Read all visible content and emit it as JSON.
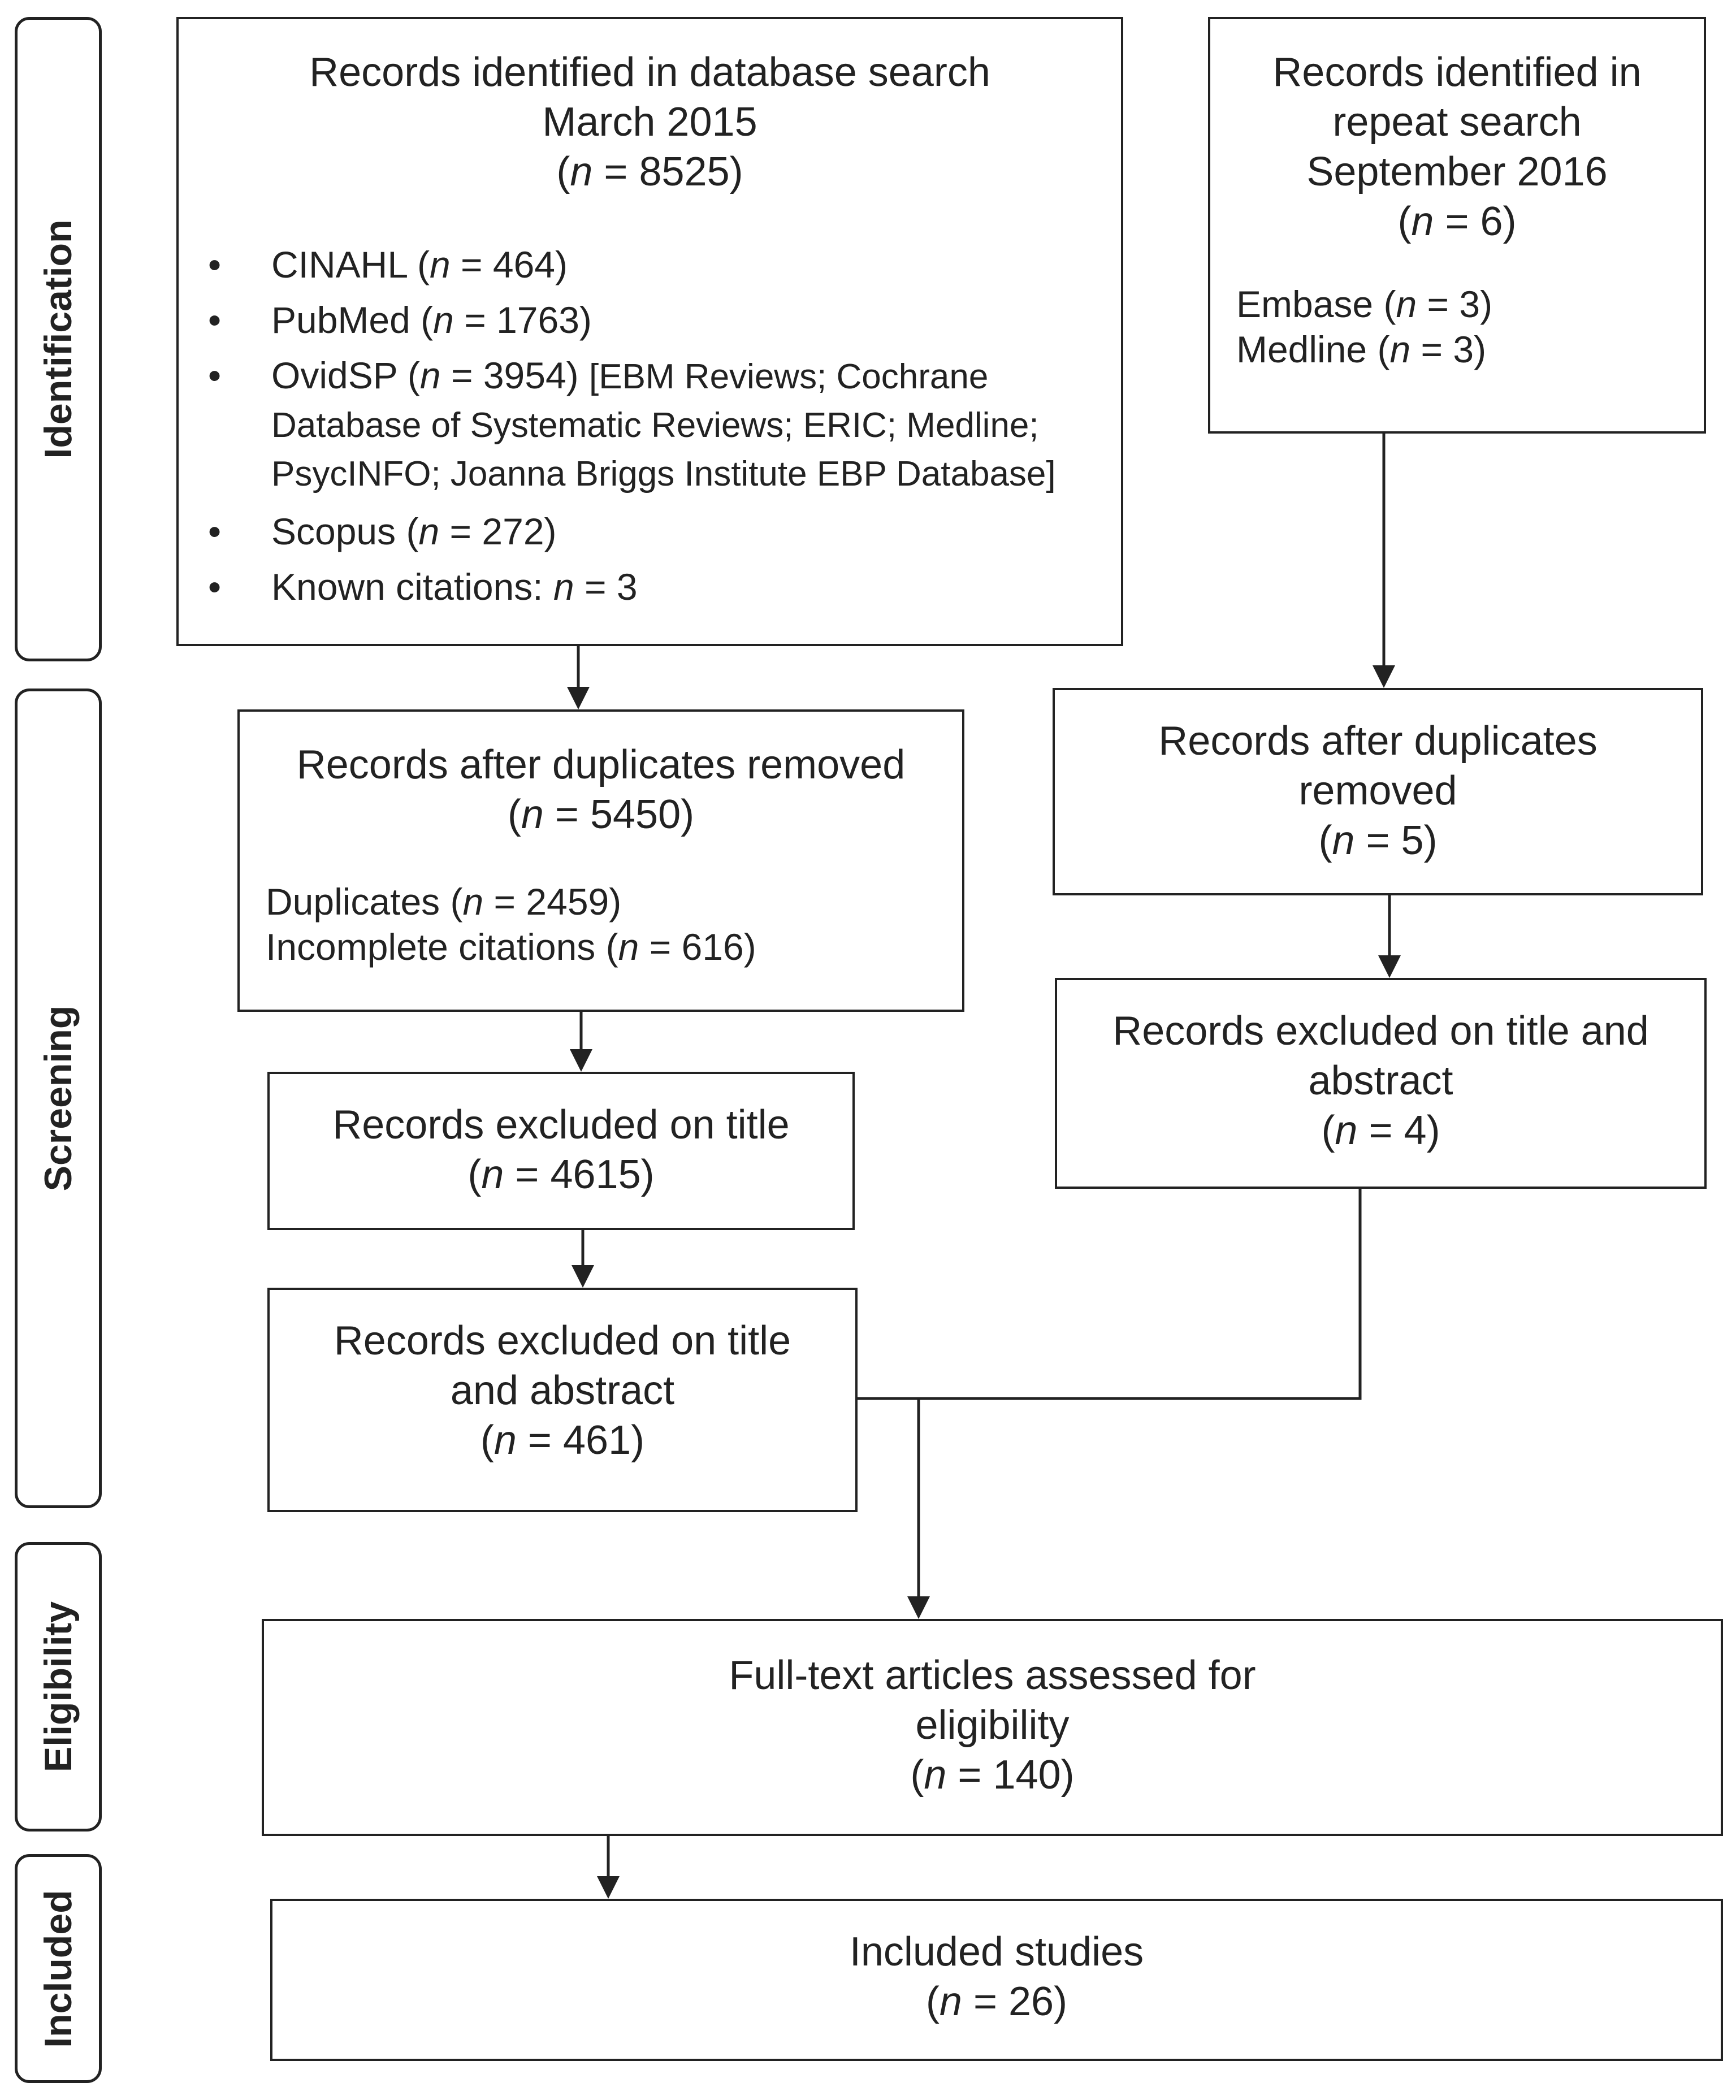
{
  "phases": {
    "identification": "Identification",
    "screening": "Screening",
    "eligibility": "Eligibility",
    "included": "Included"
  },
  "db_search": {
    "title_l1": "Records identified in database search",
    "title_l2": "March 2015",
    "count": "8525",
    "sources": [
      {
        "name": "CINAHL",
        "count": "464"
      },
      {
        "name": "PubMed",
        "count": "1763"
      },
      {
        "name": "OvidSP",
        "count": "3954",
        "detail_l1": "[EBM Reviews; Cochrane",
        "detail_l2": "Database of Systematic Reviews; ERIC; Medline;",
        "detail_l3": "PsycINFO; Joanna Briggs Institute EBP Database]"
      },
      {
        "name": "Scopus",
        "count": "272"
      },
      {
        "name": "Known citations:",
        "count": "3"
      }
    ]
  },
  "repeat_search": {
    "title_l1": "Records identified in",
    "title_l2": "repeat search",
    "title_l3": "September 2016",
    "count": "6",
    "sources": [
      {
        "name": "Embase",
        "count": "3"
      },
      {
        "name": "Medline",
        "count": "3"
      }
    ]
  },
  "dedup_left": {
    "title": "Records after duplicates removed",
    "count": "5450",
    "duplicates_label": "Duplicates",
    "duplicates_count": "2459",
    "incomplete_label": "Incomplete citations",
    "incomplete_count": "616"
  },
  "dedup_right": {
    "title_l1": "Records after duplicates",
    "title_l2": "removed",
    "count": "5"
  },
  "excl_title": {
    "title": "Records excluded on title",
    "count": "4615"
  },
  "excl_abstract_left": {
    "title_l1": "Records excluded on title",
    "title_l2": "and abstract",
    "count": "461"
  },
  "excl_abstract_right": {
    "title_l1": "Records excluded on title and",
    "title_l2": "abstract",
    "count": "4"
  },
  "fulltext": {
    "title_l1": "Full-text articles assessed for",
    "title_l2": "eligibility",
    "count": "140"
  },
  "included": {
    "title": "Included studies",
    "count": "26"
  },
  "labels": {
    "n": "n",
    "eq": " = "
  }
}
